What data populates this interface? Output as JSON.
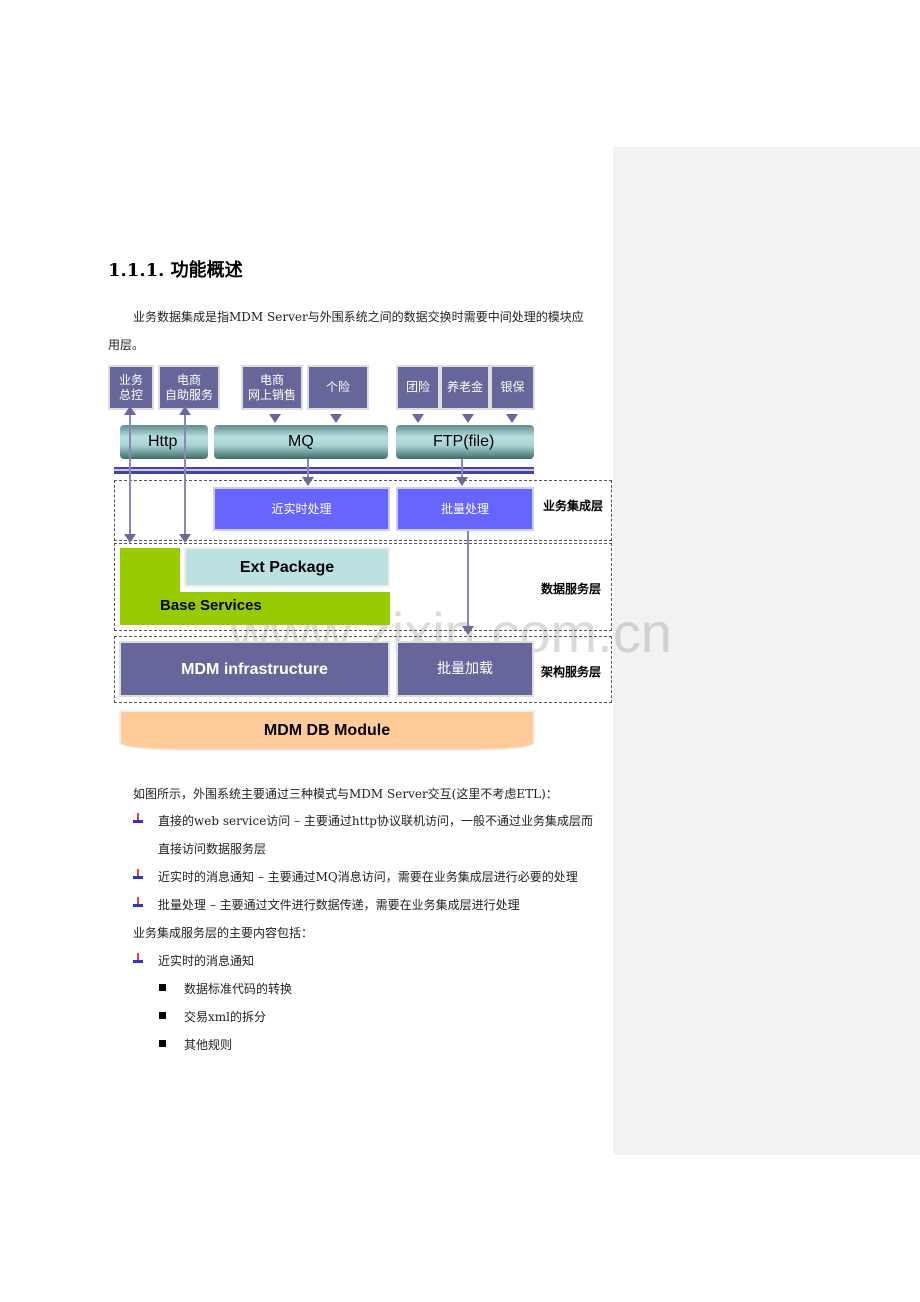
{
  "heading": "1.1.1. 功能概述",
  "intro": [
    "业务数据集成是指MDM Server与外围系统之间的数据交换时需要中间处理的模块应",
    "用层。"
  ],
  "diagram": {
    "systems": [
      [
        "业务",
        "总控"
      ],
      [
        "电商",
        "自助服务"
      ],
      [
        "电商",
        "网上销售"
      ],
      [
        "个险",
        ""
      ],
      [
        "团险",
        ""
      ],
      [
        "养老金",
        ""
      ],
      [
        "银保",
        ""
      ]
    ],
    "channels": [
      "Http",
      "MQ",
      "FTP(file)"
    ],
    "realtime": "近实时处理",
    "batch": "批量处理",
    "ext": "Ext Package",
    "base": "Base Services",
    "infra": "MDM infrastructure",
    "batch_load": "批量加载",
    "db": "MDM DB Module",
    "layers": [
      "业务集成层",
      "数据服务层",
      "架构服务层"
    ],
    "watermark": "www.zixin.com.cn"
  },
  "body": {
    "p1": "如图所示，外围系统主要通过三种模式与MDM Server交互(这里不考虑ETL)：",
    "b1a": "直接的web service访问 – 主要通过http协议联机访问，一般不通过业务集成层而",
    "b1b": "直接访问数据服务层",
    "b2": "近实时的消息通知 – 主要通过MQ消息访问，需要在业务集成层进行必要的处理",
    "b3": "批量处理 – 主要通过文件进行数据传递，需要在业务集成层进行处理",
    "p2": "业务集成服务层的主要内容包括：",
    "b4": "近实时的消息通知",
    "s": [
      "数据标准代码的转换",
      "交易xml的拆分",
      "其他规则"
    ]
  }
}
